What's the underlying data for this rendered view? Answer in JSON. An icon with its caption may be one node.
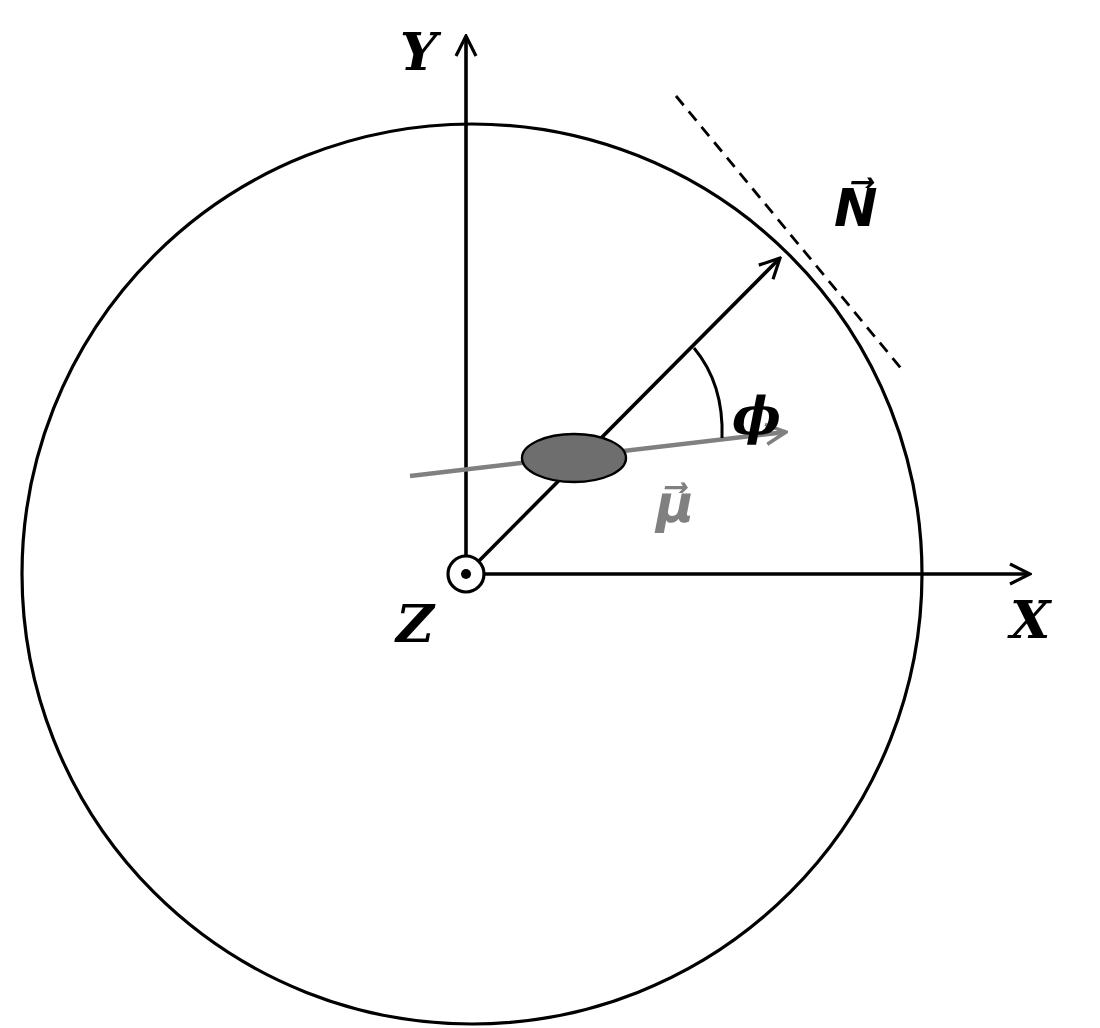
{
  "diagram": {
    "labels": [
      "Y",
      "N⃗",
      "ϕ",
      "μ⃗",
      "Z",
      "X"
    ]
  }
}
